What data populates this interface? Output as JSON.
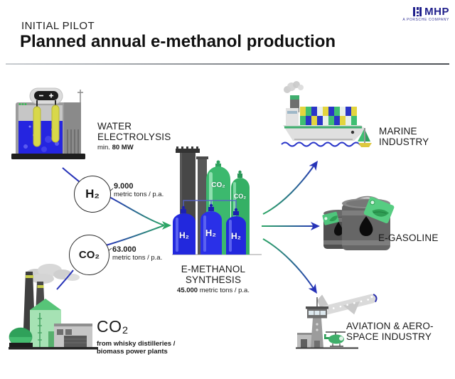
{
  "header": {
    "kicker": "INITIAL PILOT",
    "title": "Planned annual e-methanol production"
  },
  "logo": {
    "brand": "MHP",
    "tagline": "A PORSCHE COMPANY",
    "color": "#20208c"
  },
  "electrolysis": {
    "label": [
      "WATER",
      "ELECTROLYSIS"
    ],
    "capacity_prefix": "min.",
    "capacity_value": "80 MW"
  },
  "h2_node": {
    "symbol": "H₂",
    "amount": "9.000",
    "unit": "metric tons / p.a."
  },
  "co2_node": {
    "symbol": "CO₂",
    "amount": "63.000",
    "unit": "metric tons / p.a."
  },
  "co2_source": {
    "symbol": "CO₂",
    "description": [
      "from whisky distilleries /",
      "biomass power plants"
    ]
  },
  "synthesis": {
    "label": [
      "E-METHANOL",
      "SYNTHESIS"
    ],
    "amount": "45.000",
    "unit": "metric tons / p.a.",
    "tank_h2": "H₂",
    "tank_co2": "CO₂"
  },
  "marine": {
    "label": [
      "MARINE",
      "INDUSTRY"
    ]
  },
  "egasoline": {
    "label": "E-GASOLINE"
  },
  "aviation": {
    "label": [
      "AVIATION & AERO-",
      "SPACE INDUSTRY"
    ]
  },
  "colors": {
    "green": "#3cb96e",
    "blue_tank": "#2527d8",
    "arrow_green": "#2ca565",
    "arrow_blue": "#2733b8"
  }
}
